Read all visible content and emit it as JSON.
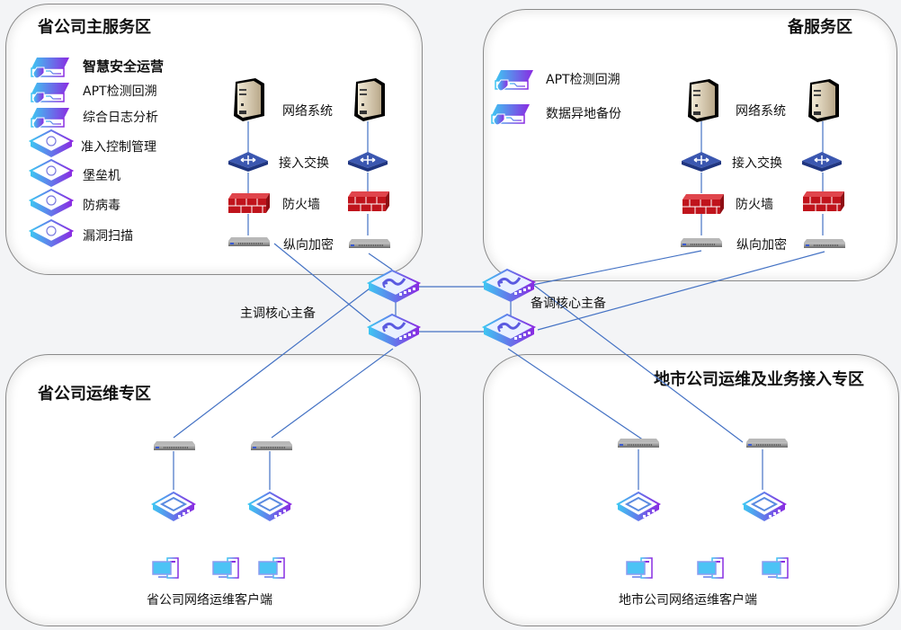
{
  "zones": {
    "main": {
      "title": "省公司主服务区"
    },
    "backup": {
      "title": "备服务区"
    },
    "prov_ops": {
      "title": "省公司运维专区"
    },
    "city_ops": {
      "title": "地市公司运维及业务接入专区"
    }
  },
  "main_services": [
    {
      "label": "智慧安全运营",
      "icon": "security-appliance-icon",
      "bold": true
    },
    {
      "label": "APT检测回溯",
      "icon": "security-appliance-icon"
    },
    {
      "label": "综合日志分析",
      "icon": "security-appliance-icon"
    },
    {
      "label": "准入控制管理",
      "icon": "access-control-icon"
    },
    {
      "label": "堡垒机",
      "icon": "bastion-host-icon"
    },
    {
      "label": "防病毒",
      "icon": "antivirus-icon"
    },
    {
      "label": "漏洞扫描",
      "icon": "vulnerability-scan-icon"
    }
  ],
  "backup_services": [
    {
      "label": "APT检测回溯",
      "icon": "security-appliance-icon"
    },
    {
      "label": "数据异地备份",
      "icon": "security-appliance-icon"
    }
  ],
  "stack_labels": {
    "server": "网络系统",
    "switch": "接入交换",
    "firewall": "防火墙",
    "encryptor": "纵向加密"
  },
  "core": {
    "main_label": "主调核心主备",
    "backup_label": "备调核心主备"
  },
  "clients": {
    "prov_label": "省公司网络运维客户端",
    "city_label": "地市公司网络运维客户端"
  },
  "colors": {
    "link": "#4472c4",
    "firewall": "#c0141c",
    "switch": "#2f4a9a",
    "gradient_start": "#3ec6f2",
    "gradient_end": "#8a2be2"
  }
}
